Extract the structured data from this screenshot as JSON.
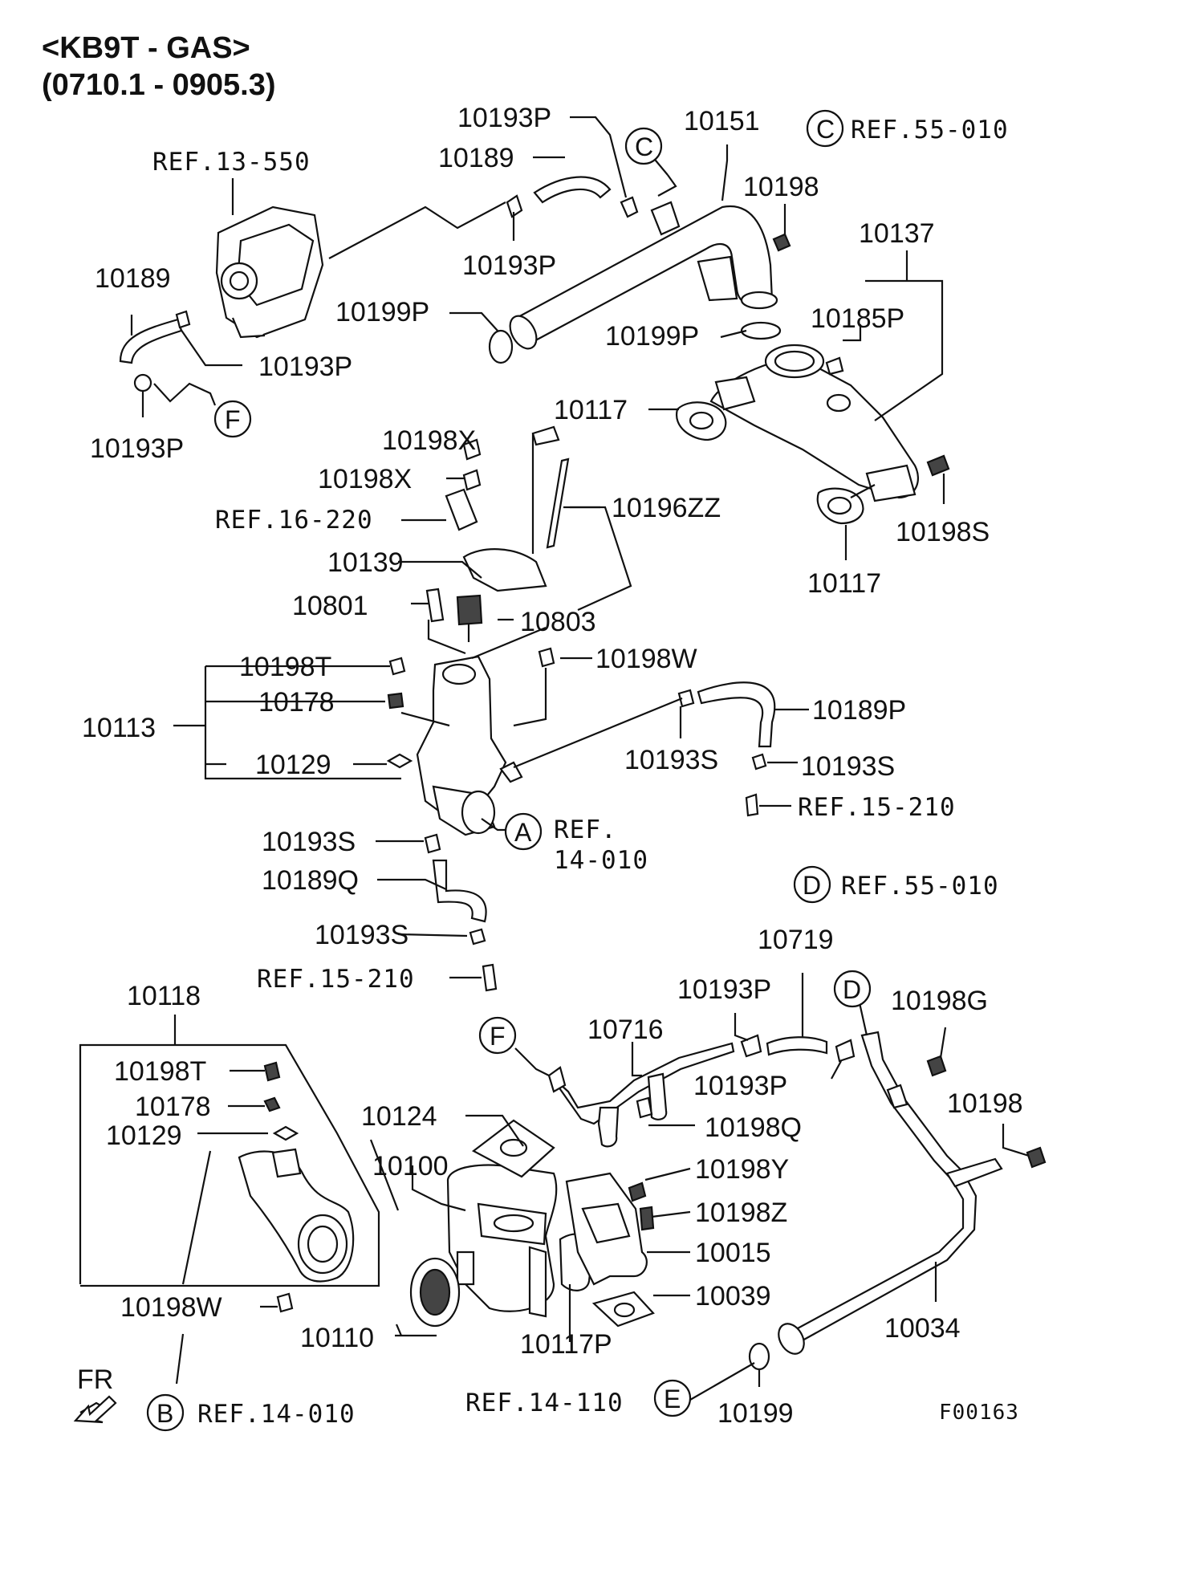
{
  "header": {
    "line1": "<KB9T - GAS>",
    "line2": "(0710.1 - 0905.3)"
  },
  "figure_code": "F00163",
  "direction_label": "FR",
  "part_labels": [
    "10193P",
    "10151",
    "10189",
    "10193P",
    "10198",
    "10137",
    "10189",
    "10199P",
    "10199P",
    "10185P",
    "10193P",
    "10193P",
    "10117",
    "10198X",
    "10198X",
    "10196ZZ",
    "10198S",
    "10117",
    "10139",
    "10801",
    "10803",
    "10198T",
    "10198W",
    "10113",
    "10178",
    "10189P",
    "10129",
    "10193S",
    "10193S",
    "10193S",
    "10189Q",
    "10193S",
    "10719",
    "10193P",
    "10118",
    "10716",
    "10198G",
    "10198T",
    "10193P",
    "10178",
    "10198",
    "10124",
    "10198Q",
    "10129",
    "10100",
    "10198Y",
    "10198Z",
    "10015",
    "10039",
    "10198W",
    "10110",
    "10117P",
    "10034",
    "10199"
  ],
  "ref_labels": [
    "REF.55-010",
    "REF.13-550",
    "REF.16-220",
    "REF.",
    "14-010",
    "REF.15-210",
    "REF.55-010",
    "REF.15-210",
    "REF.14-010",
    "REF.14-110"
  ],
  "circle_letters": [
    "C",
    "C",
    "F",
    "A",
    "D",
    "D",
    "F",
    "B",
    "E"
  ]
}
